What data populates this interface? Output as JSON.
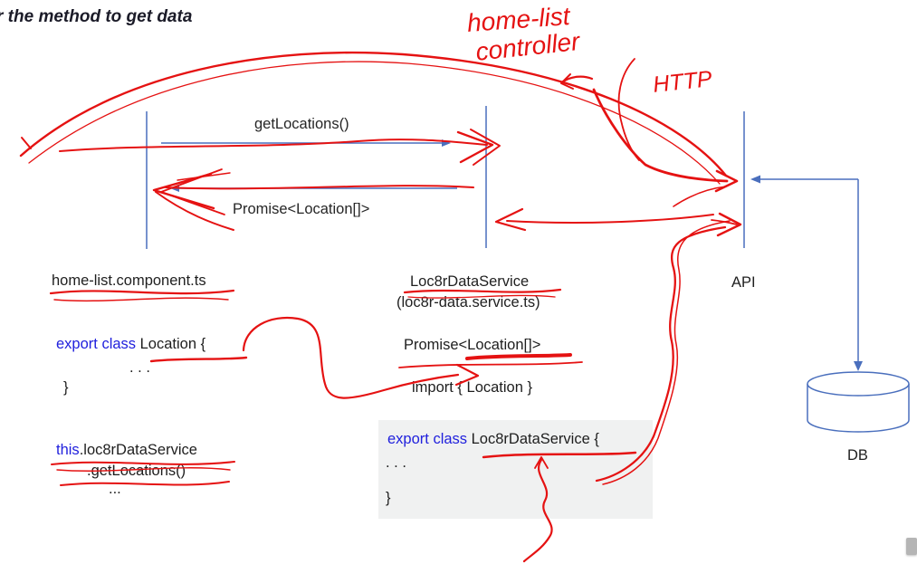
{
  "title": "r the method to get data",
  "annotations": {
    "home_list": "home-list",
    "controller": "controller",
    "http": "HTTP"
  },
  "sequence": {
    "call_label": "getLocations()",
    "return_label": "Promise<Location[]>"
  },
  "labels": {
    "component_file": "home-list.component.ts",
    "service_name": "Loc8rDataService",
    "service_file": "(loc8r-data.service.ts)",
    "api": "API",
    "db": "DB"
  },
  "code": {
    "location_class": {
      "keyword": "export class ",
      "name": "Location {",
      "dots": ". . .",
      "close": "}"
    },
    "promise_type": "Promise<Location[]>",
    "import_stmt": "import { Location }",
    "this_call": {
      "keyword": "this",
      "rest": ".loc8rDataService",
      "line2": ".getLocations()",
      "dots": "..."
    },
    "service_class": {
      "keyword": "export class ",
      "name": "Loc8rDataService {",
      "dots": ". . .",
      "close": "}"
    }
  },
  "colors": {
    "ink_red": "#e51212",
    "diagram_blue": "#4a6fbd",
    "keyword_blue": "#2121dd",
    "gray_block": "#f0f1f1"
  }
}
